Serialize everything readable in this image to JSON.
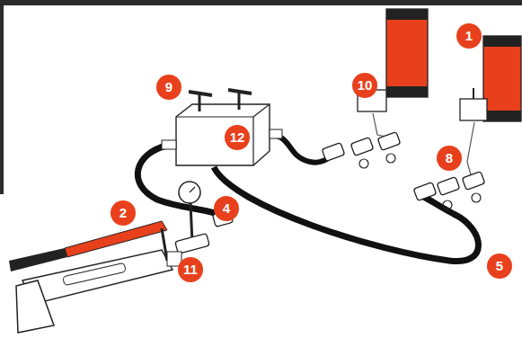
{
  "diagram": {
    "labels": [
      "1",
      "9",
      "10",
      "12",
      "8",
      "2",
      "4",
      "11",
      "5"
    ]
  }
}
